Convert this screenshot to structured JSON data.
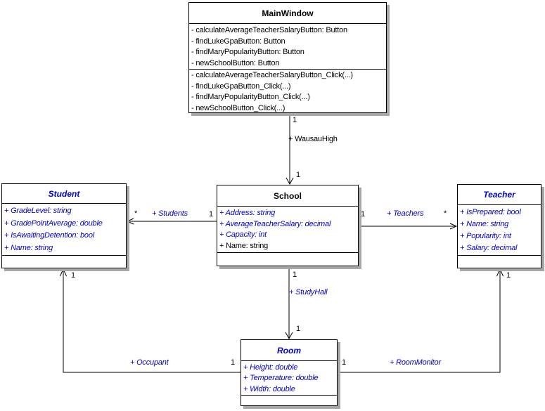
{
  "diagram": {
    "type": "uml-class-diagram",
    "colors": {
      "property_blue": "#0000CC",
      "text_black": "#000000",
      "box_border": "#000000",
      "box_shadow": "#A8A8A8",
      "background": "#FFFFFF"
    },
    "classes": [
      {
        "name": "MainWindow",
        "attributes": [
          "- calculateAverageTeacherSalaryButton: Button",
          "- findLukeGpaButton: Button",
          "- findMaryPopularityButton: Button",
          "- newSchoolButton: Button"
        ],
        "methods": [
          "- calculateAverageTeacherSalaryButton_Click(...)",
          "- findLukeGpaButton_Click(...)",
          "- findMaryPopularityButton_Click(...)",
          "- newSchoolButton_Click(...)"
        ]
      },
      {
        "name": "Student",
        "attributes": [
          "+ GradeLevel: string",
          "+ GradePointAverage: double",
          "+ IsAwaitingDetention: bool",
          "+ Name: string"
        ],
        "methods": []
      },
      {
        "name": "School",
        "attributes": [
          "+ Address: string",
          "+ AverageTeacherSalary: decimal",
          "+ Capacity: int",
          "+ Name: string"
        ],
        "methods": []
      },
      {
        "name": "Teacher",
        "attributes": [
          "+ IsPrepared: bool",
          "+ Name: string",
          "+ Popularity: int",
          "+ Salary: decimal"
        ],
        "methods": []
      },
      {
        "name": "Room",
        "attributes": [
          "+ Height: double",
          "+ Temperature: double",
          "+ Width: double"
        ],
        "methods": []
      }
    ],
    "associations": [
      {
        "label": "+ WausauHigh",
        "source": "MainWindow",
        "target": "School",
        "source_multiplicity": "1",
        "target_multiplicity": "1"
      },
      {
        "label": "+ Students",
        "source": "School",
        "target": "Student",
        "source_multiplicity": "1",
        "target_multiplicity": "*"
      },
      {
        "label": "+ Teachers",
        "source": "School",
        "target": "Teacher",
        "source_multiplicity": "1",
        "target_multiplicity": "*"
      },
      {
        "label": "+ StudyHall",
        "source": "School",
        "target": "Room",
        "source_multiplicity": "1",
        "target_multiplicity": "1"
      },
      {
        "label": "+ Occupant",
        "source": "Room",
        "target": "Student",
        "source_multiplicity": "1",
        "target_multiplicity": "1"
      },
      {
        "label": "+ RoomMonitor",
        "source": "Room",
        "target": "Teacher",
        "source_multiplicity": "1",
        "target_multiplicity": "1"
      }
    ]
  }
}
